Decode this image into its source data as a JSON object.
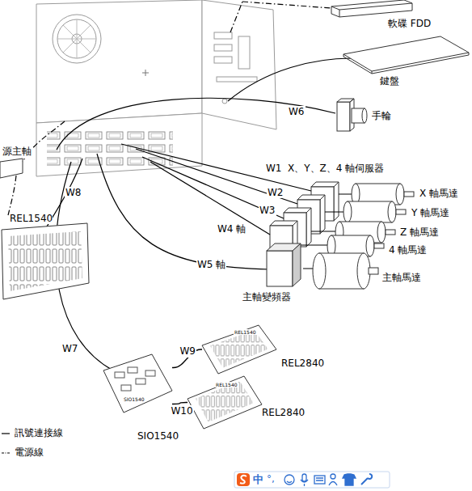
{
  "diagram": {
    "nodes": [
      {
        "text": [
          "軟碟 FDD"
        ]
      },
      {
        "text": [
          "鍵盤"
        ]
      },
      {
        "text": [
          "手輪"
        ]
      },
      {
        "text": [
          "主軸變頻器"
        ]
      },
      {
        "text": [
          "REL1540"
        ]
      },
      {
        "text": [
          "SIO1540"
        ]
      },
      {
        "text": [
          "REL2840"
        ]
      },
      {
        "text": [
          "REL2840"
        ]
      }
    ],
    "edges": [
      {
        "from": 5,
        "to": 6,
        "arrow": "none",
        "label": "W9"
      },
      {
        "from": 5,
        "to": 7,
        "arrow": "none",
        "label": "W10"
      }
    ],
    "labels": [
      "源主軸",
      "W6",
      "W1",
      "X、Y、Z、4 軸伺服器",
      "W2",
      "X 軸馬達",
      "Y 軸馬達",
      "W3",
      "W8",
      "W4 軸",
      "Z 軸馬達",
      "4 軸馬達",
      "W5 軸",
      "主軸馬達",
      "W7",
      "REL1540",
      "REL1540",
      "SIO1540",
      "中",
      "°,"
    ],
    "legend": [
      {
        "text": "訊號連接線"
      },
      {
        "text": "電源線"
      }
    ]
  }
}
